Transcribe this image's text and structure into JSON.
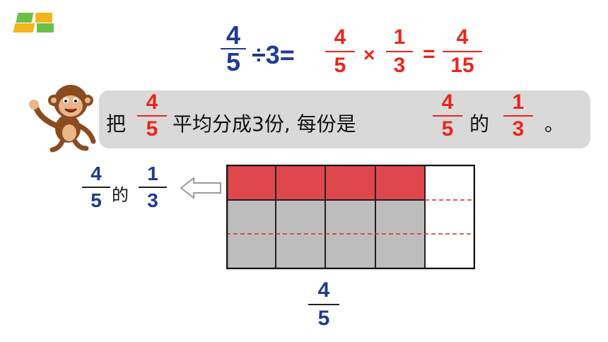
{
  "equation": {
    "left_fraction": {
      "num": "4",
      "den": "5"
    },
    "divide_text": "÷3=",
    "factor1": {
      "num": "4",
      "den": "5"
    },
    "times": "×",
    "factor2": {
      "num": "1",
      "den": "3"
    },
    "equals": "=",
    "result": {
      "num": "4",
      "den": "15"
    }
  },
  "sentence": {
    "part1": "把",
    "frac1": {
      "num": "4",
      "den": "5"
    },
    "part2": "平均分成3份, 每份是",
    "frac2": {
      "num": "4",
      "den": "5"
    },
    "part3": "的",
    "frac3": {
      "num": "1",
      "den": "3"
    },
    "part4": "。"
  },
  "side_label": {
    "frac_a": {
      "num": "4",
      "den": "5"
    },
    "of_text": "的",
    "frac_b": {
      "num": "1",
      "den": "3"
    }
  },
  "bottom_label": {
    "num": "4",
    "den": "5"
  },
  "colors": {
    "blue": "#1f3a93",
    "red": "#e8261c",
    "shaded_red": "#e0474c",
    "shaded_gray": "#bdbdbd"
  },
  "grid": {
    "columns": 5,
    "rows": 3,
    "shaded_columns": 4,
    "red_rows": 1
  }
}
